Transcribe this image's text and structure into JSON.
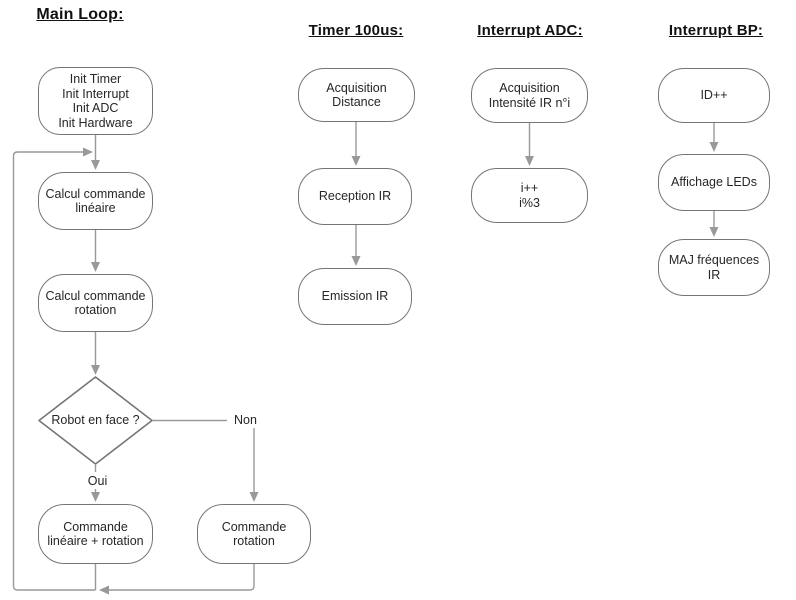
{
  "main_loop": {
    "title": "Main Loop:",
    "init": "Init Timer\nInit Interrupt\nInit ADC\nInit Hardware",
    "calc_lineaire": "Calcul commande\nlinéaire",
    "calc_rotation": "Calcul commande\nrotation",
    "decision": "Robot en face ?",
    "label_oui": "Oui",
    "label_non": "Non",
    "cmd_lineaire_rotation": "Commande\nlinéaire + rotation",
    "cmd_rotation": "Commande\nrotation"
  },
  "timer": {
    "title": "Timer 100us:",
    "acquisition_distance": "Acquisition\nDistance",
    "reception_ir": "Reception IR",
    "emission_ir": "Emission IR"
  },
  "interrupt_adc": {
    "title": "Interrupt ADC:",
    "acquisition_intensite": "Acquisition\nIntensité IR n°i",
    "increment": "i++\ni%3"
  },
  "interrupt_bp": {
    "title": "Interrupt BP:",
    "id_increment": "ID++",
    "affichage_leds": "Affichage LEDs",
    "maj_frequences": "MAJ fréquences\nIR"
  },
  "colors": {
    "node_border": "#757575",
    "edge": "#999999",
    "text": "#262626",
    "title_text": "#111111",
    "background": "#ffffff"
  }
}
